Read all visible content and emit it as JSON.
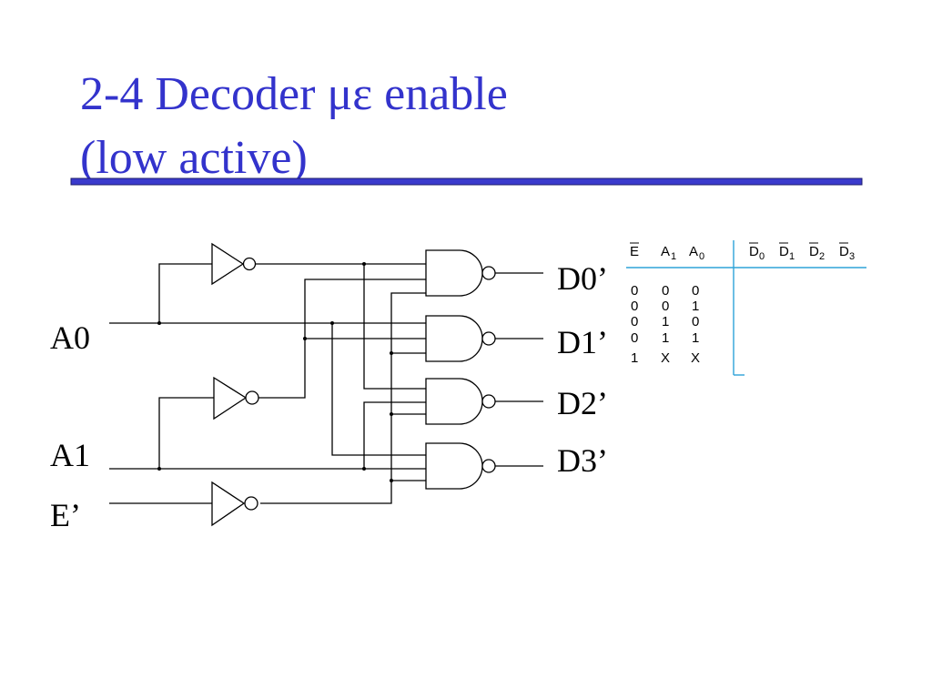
{
  "title": {
    "line1": "2-4 Decoder με enable",
    "line2": "(low active)"
  },
  "colors": {
    "title": "#3333cc",
    "title_rule": "#3a3acc",
    "table_accent": "#2ea3d8"
  },
  "circuit": {
    "inputs": {
      "a0": "A0",
      "a1": "A1",
      "e": "E’"
    },
    "outputs": [
      "D0’",
      "D1’",
      "D2’",
      "D3’"
    ]
  },
  "truth_table": {
    "input_headers": [
      {
        "base": "E",
        "sub": "",
        "negated": true
      },
      {
        "base": "A",
        "sub": "1",
        "negated": false
      },
      {
        "base": "A",
        "sub": "0",
        "negated": false
      }
    ],
    "output_headers": [
      {
        "base": "D",
        "sub": "0",
        "negated": true
      },
      {
        "base": "D",
        "sub": "1",
        "negated": true
      },
      {
        "base": "D",
        "sub": "2",
        "negated": true
      },
      {
        "base": "D",
        "sub": "3",
        "negated": true
      }
    ],
    "rows": [
      [
        "0",
        "0",
        "0"
      ],
      [
        "0",
        "0",
        "1"
      ],
      [
        "0",
        "1",
        "0"
      ],
      [
        "0",
        "1",
        "1"
      ],
      [
        "1",
        "X",
        "X"
      ]
    ]
  }
}
